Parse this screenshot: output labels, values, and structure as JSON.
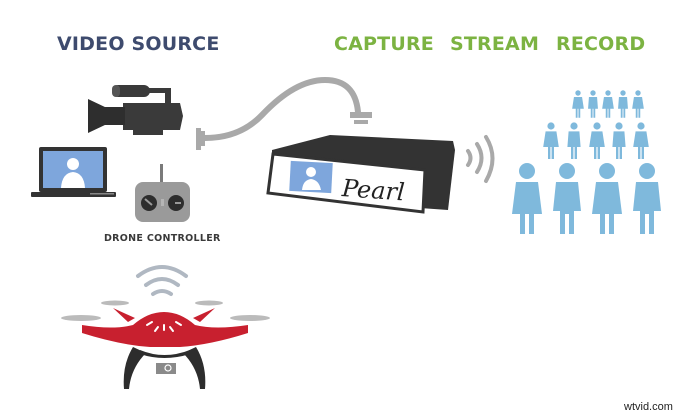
{
  "headings": {
    "video_source": "VIDEO SOURCE",
    "capture": "CAPTURE",
    "stream": "STREAM",
    "record": "RECORD"
  },
  "labels": {
    "drone_controller": "DRONE CONTROLLER",
    "device_brand": "Pearl"
  },
  "watermark": "wtvid.com",
  "icons": [
    "video-camera-icon",
    "laptop-icon",
    "drone-controller-icon",
    "drone-icon",
    "wifi-signal-icon",
    "cable-icon",
    "pearl-device-icon",
    "broadcast-waves-icon",
    "audience-icon"
  ],
  "colors": {
    "source_heading": "#3e4b6e",
    "green_heading": "#7cb342",
    "device_dark": "#333333",
    "cable_gray": "#a9a9a9",
    "screen_blue": "#7ea6dc",
    "audience_blue": "#7fb9dc",
    "drone_red": "#c8202f"
  }
}
